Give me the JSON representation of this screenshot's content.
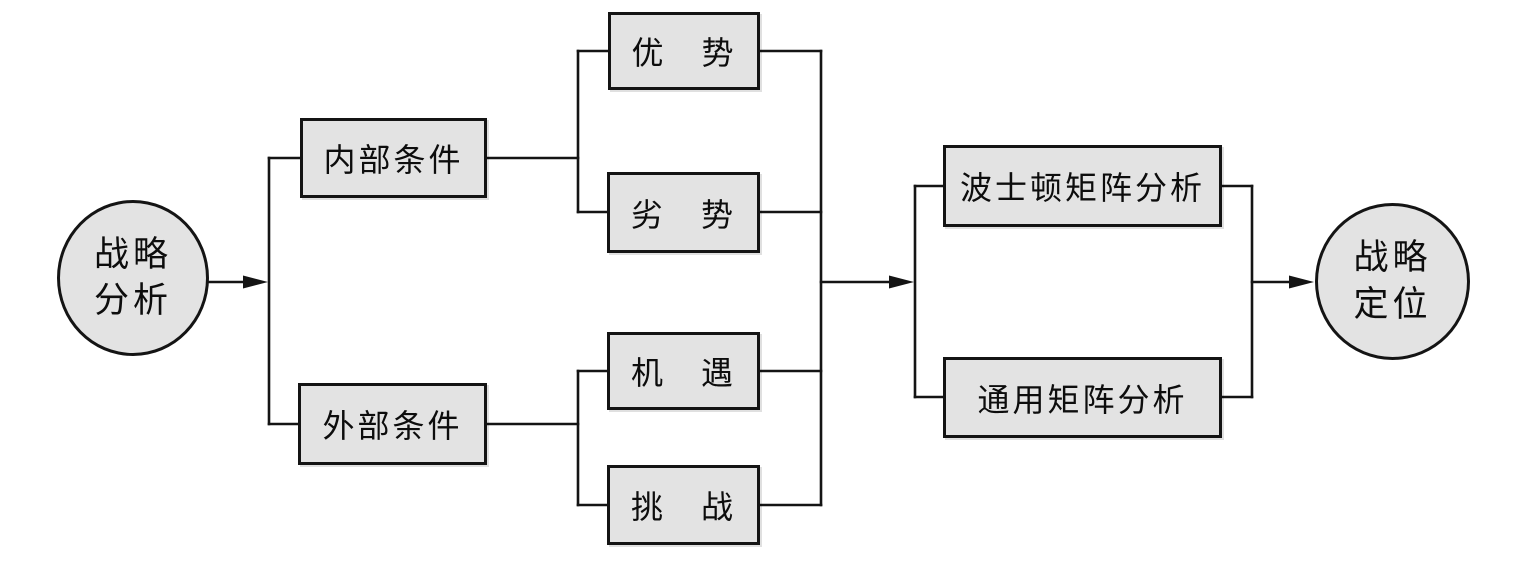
{
  "diagram": {
    "colors": {
      "background": "#ffffff",
      "node_fill": "#e3e3e3",
      "node_border": "#141414",
      "line": "#141414"
    },
    "nodes": {
      "start": {
        "line1": "战略",
        "line2": "分析"
      },
      "internal": {
        "label": "内部条件"
      },
      "external": {
        "label": "外部条件"
      },
      "strengths": {
        "label": "优　势"
      },
      "weaknesses": {
        "label": "劣　势"
      },
      "opportunities": {
        "label": "机　遇"
      },
      "challenges": {
        "label": "挑　战"
      },
      "boston": {
        "label": "波士顿矩阵分析"
      },
      "general": {
        "label": "通用矩阵分析"
      },
      "end": {
        "line1": "战略",
        "line2": "定位"
      }
    }
  }
}
